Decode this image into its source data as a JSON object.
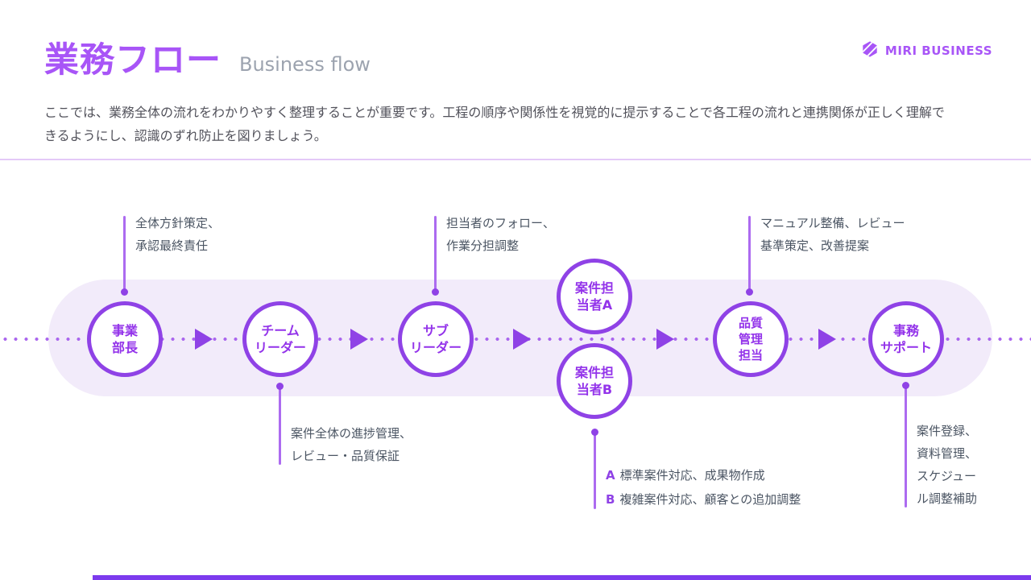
{
  "header": {
    "title": "業務フロー",
    "subtitle": "Business flow",
    "logo": {
      "brand": "MIRI BUSINESS",
      "icon": "hexagon-stripes-icon"
    },
    "description": [
      "ここでは、業務全体の流れをわかりやすく整理することが重要です。工程の順序や関係性を視覚的に提示することで各工程の流れと連携関係が正しく理解で",
      "きるようにし、認識のずれ防止を図りましょう。"
    ]
  },
  "flow": {
    "nodes": [
      {
        "id": "business-director",
        "lines": [
          "事業",
          "部長"
        ]
      },
      {
        "id": "team-leader",
        "lines": [
          "チーム",
          "リーダー"
        ]
      },
      {
        "id": "sub-leader",
        "lines": [
          "サブ",
          "リーダー"
        ]
      },
      {
        "id": "case-staff-a",
        "lines": [
          "案件担",
          "当者A"
        ]
      },
      {
        "id": "case-staff-b",
        "lines": [
          "案件担",
          "当者B"
        ]
      },
      {
        "id": "quality-control",
        "lines": [
          "品質",
          "管理",
          "担当"
        ]
      },
      {
        "id": "office-support",
        "lines": [
          "事務",
          "サポート"
        ]
      }
    ],
    "annotations": [
      {
        "attached_to": "business-director",
        "lines": [
          "全体方針策定、",
          "承認最終責任"
        ]
      },
      {
        "attached_to": "sub-leader",
        "lines": [
          "担当者のフォロー、",
          "作業分担調整"
        ]
      },
      {
        "attached_to": "quality-control",
        "lines": [
          "マニュアル整備、レビュー",
          "基準策定、改善提案"
        ]
      },
      {
        "attached_to": "team-leader",
        "lines": [
          "案件全体の進捗管理、",
          "レビュー・品質保証"
        ]
      },
      {
        "attached_to": "case-staff-b",
        "rows": [
          {
            "badge": "A",
            "text": "標準案件対応、成果物作成"
          },
          {
            "badge": "B",
            "text": "複雑案件対応、顧客との追加調整"
          }
        ]
      },
      {
        "attached_to": "office-support",
        "lines": [
          "案件登録、",
          "資料管理、",
          "スケジュー",
          "ル調整補助"
        ]
      }
    ]
  },
  "colors": {
    "primary_purple": "#a855f7",
    "node_border": "#8f42e6",
    "node_text": "#9333ea",
    "band_background": "#f2ebfa",
    "dotted_line": "#aa66ee",
    "connector_line": "#ac6bf0",
    "divider": "#e4c9f8",
    "footer_bar": "#7c3aed",
    "subtitle_gray": "#9ca3af",
    "body_text": "#52525b"
  }
}
